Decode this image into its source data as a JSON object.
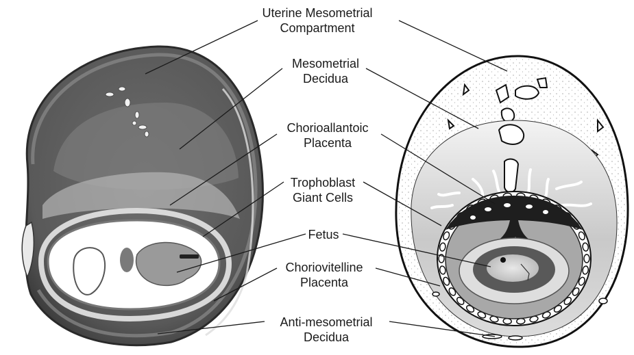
{
  "labels": {
    "uterine_mesometrial": [
      "Uterine Mesometrial",
      "Compartment"
    ],
    "mesometrial_decidua": [
      "Mesometrial",
      "Decidua"
    ],
    "chorioallantoic": [
      "Chorioallantoic",
      "Placenta"
    ],
    "trophoblast": [
      "Trophoblast",
      "Giant Cells"
    ],
    "fetus": [
      "Fetus"
    ],
    "choriovitelline": [
      "Choriovitelline",
      "Placenta"
    ],
    "anti_mesometrial": [
      "Anti-mesometrial",
      "Decidua"
    ]
  },
  "colors": {
    "outline": "#111111",
    "decidua_gray": "#c9c9c9",
    "dark_band": "#1e1e1e",
    "yolk_gray": "#8a8a8a",
    "tissue": "#5e5e5e"
  }
}
